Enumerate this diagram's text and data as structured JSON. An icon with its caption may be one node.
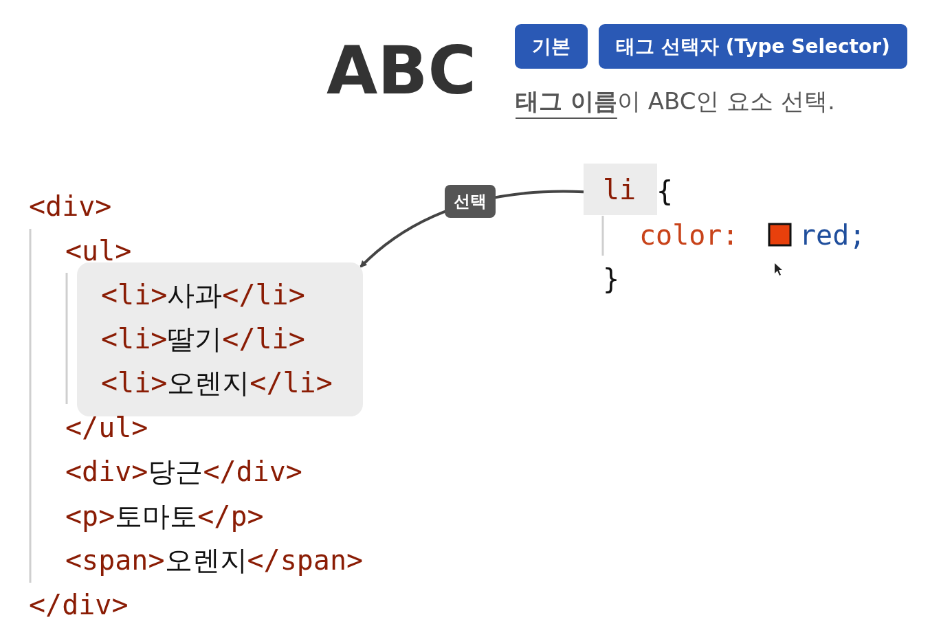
{
  "diagram": {
    "nodes": [
      {
        "text": [
          "기본"
        ]
      },
      {
        "text": [
          "태그 선택자 (Type Selector)"
        ]
      },
      {
        "text": [
          "li"
        ]
      },
      {
        "text": [
          "<li>사과</li>",
          "<li>딸기</li>",
          "<li>오렌지</li>"
        ]
      }
    ],
    "edges": [
      {
        "from": 2,
        "to": 3,
        "arrow": "to",
        "label": "선택"
      }
    ],
    "labels": [
      "ABC",
      "**태그 이름**이 ABC인 요소 선택.",
      "<div>",
      "<ul>",
      "</ul>",
      "<div>당근</div>",
      "<p>토마토</p>",
      "<span>오렌지</span>",
      "</div>",
      "{",
      "color:",
      "red;",
      "}"
    ]
  }
}
